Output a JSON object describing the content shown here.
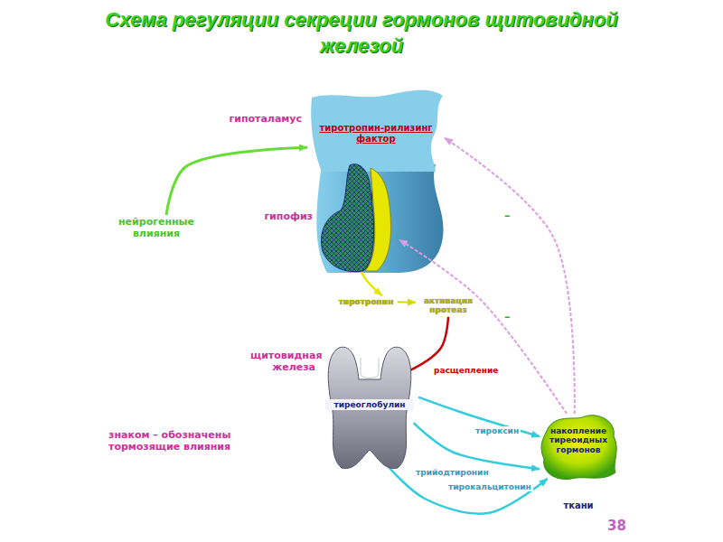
{
  "diagram": {
    "title": "Схема регуляции секреции гормонов щитовидной железой",
    "nodes": [
      {
        "text": [
          "гипоталамус",
          "тиротропин-рилизинг фактор"
        ]
      },
      {
        "text": [
          "гипофиз"
        ]
      },
      {
        "text": [
          "нейрогенные влияния"
        ]
      },
      {
        "text": [
          "тиротропин"
        ]
      },
      {
        "text": [
          "активация протеаз"
        ]
      },
      {
        "text": [
          "щитовидная железа",
          "тиреоглобулин"
        ]
      },
      {
        "text": [
          "накопление тиреоидных гормонов",
          "ткани"
        ]
      }
    ],
    "edges": [
      {
        "from": 2,
        "to": 0,
        "arrow": "to"
      },
      {
        "from": 0,
        "to": 1,
        "arrow": "to"
      },
      {
        "from": 1,
        "to": 3,
        "arrow": "to"
      },
      {
        "from": 3,
        "to": 4,
        "arrow": "to"
      },
      {
        "from": 4,
        "to": 5,
        "label": "расщепление",
        "arrow": "to"
      },
      {
        "from": 5,
        "to": 6,
        "label": "тироксин",
        "arrow": "to"
      },
      {
        "from": 5,
        "to": 6,
        "label": "трийодтиронин",
        "arrow": "to"
      },
      {
        "from": 5,
        "to": 6,
        "label": "тирокальцитонин",
        "arrow": "to"
      },
      {
        "from": 6,
        "to": 0,
        "arrow": "to"
      },
      {
        "from": 6,
        "to": 1,
        "arrow": "to"
      }
    ],
    "labels": [
      "–",
      "–",
      "знаком – обозначены тормозящие влияния",
      "38"
    ]
  }
}
